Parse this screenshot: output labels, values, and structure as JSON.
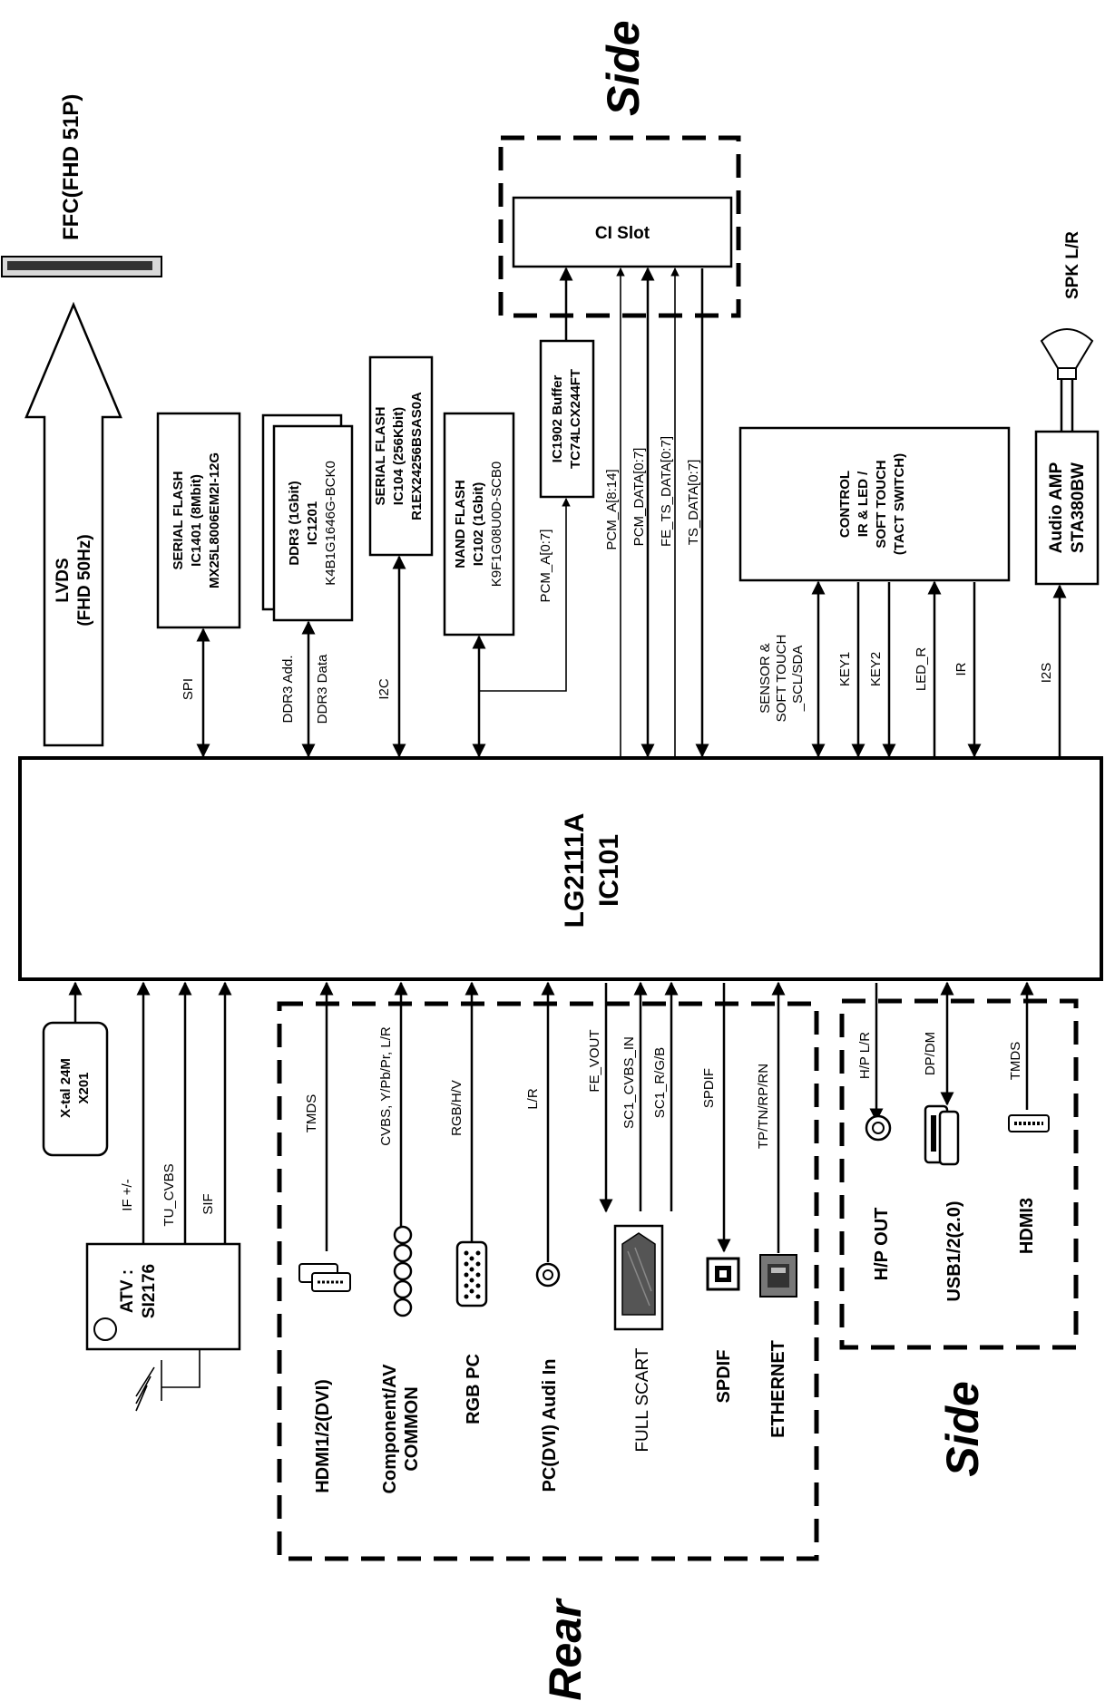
{
  "main_chip": {
    "line1": "LG2111A",
    "line2": "IC101"
  },
  "ffc_label": "FFC(FHD 51P)",
  "lvds": {
    "line1": "LVDS",
    "line2": "(FHD 50Hz)"
  },
  "serial_flash_1": {
    "line1": "SERIAL FLASH",
    "line2": "IC1401 (8Mbit)",
    "line3": "MX25L8006EM2I-12G"
  },
  "ddr3": {
    "line1": "DDR3 (1Gbit)",
    "line2": "IC1201",
    "line3": "K4B1G1646G-BCK0"
  },
  "serial_flash_2": {
    "line1": "SERIAL FLASH",
    "line2": "IC104 (256Kbit)",
    "line3": "R1EX24256BSAS0A"
  },
  "nand_flash": {
    "line1": "NAND FLASH",
    "line2": "IC102  (1Gbit)",
    "line3": "K9F1G08U0D-SCB0"
  },
  "buffer": {
    "line1": "IC1902 Buffer",
    "line2": "TC74LCX244FT"
  },
  "ci_slot": "CI Slot",
  "control": {
    "line1": "CONTROL",
    "line2": "IR & LED /",
    "line3": "SOFT TOUCH",
    "line4": "(TACT SWITCH)"
  },
  "audio_amp": {
    "line1": "Audio  AMP",
    "line2": "STA380BW"
  },
  "spk_label": "SPK L/R",
  "xtal": {
    "line1": "X-tal 24M",
    "line2": "X201"
  },
  "atv": {
    "line1": "ATV :",
    "line2": "SI2176"
  },
  "top_signals": {
    "spi": "SPI",
    "ddr3_add": "DDR3 Add.",
    "ddr3_data": "DDR3 Data",
    "i2c": "I2C",
    "pcm_a_0_7": "PCM_A[0:7]",
    "pcm_a_8_14": "PCM_A[8:14]",
    "pcm_data": "PCM_DATA[0:7]",
    "fe_ts_data": "FE_TS_DATA[0:7]",
    "ts_data": "TS_DATA[0:7]",
    "sensor_1": "SENSOR &",
    "sensor_2": "SOFT TOUCH",
    "sensor_3": "_SCL/SDA",
    "key1": "KEY1",
    "key2": "KEY2",
    "led_r": "LED_R",
    "ir": "IR",
    "i2s": "I2S"
  },
  "bottom_signals": {
    "if": "IF +/-",
    "tu_cvbs": "TU_CVBS",
    "sif": "SIF",
    "tmds_rear": "TMDS",
    "cvbs_ypbpr": "CVBS, Y/Pb/Pr, L/R",
    "rgb_hv": "RGB/H/V",
    "lr": "L/R",
    "fe_vout": "FE_VOUT",
    "sc1_cvbs": "SC1_CVBS_IN",
    "sc1_rgb": "SC1_R/G/B",
    "spdif_sig": "SPDIF",
    "tp_tn": "TP/TN/RP/RN",
    "hp_lr": "H/P L/R",
    "dp_dm": "DP/DM",
    "tmds_side": "TMDS"
  },
  "connectors": {
    "hdmi12": "HDMI1/2(DVI)",
    "component_1": "Component/AV",
    "component_2": "COMMON",
    "rgb_pc": "RGB PC",
    "pc_audio": "PC(DVI) Audi In",
    "full_scart": "FULL SCART",
    "spdif": "SPDIF",
    "ethernet": "ETHERNET",
    "hp_out": "H/P OUT",
    "usb": "USB1/2(2.0)",
    "hdmi3": "HDMI3"
  },
  "regions": {
    "side_top": "Side",
    "side_bottom": "Side",
    "rear": "Rear"
  }
}
